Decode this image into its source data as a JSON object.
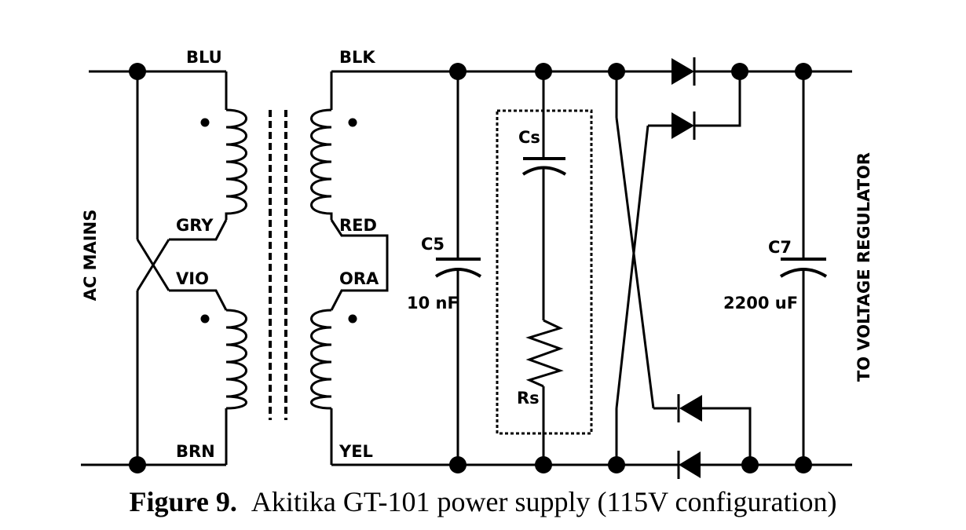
{
  "labels": {
    "ac_mains": "AC MAINS",
    "to_regulator": "TO  VOLTAGE  REGULATOR",
    "wire_blu": "BLU",
    "wire_gry": "GRY",
    "wire_vio": "VIO",
    "wire_brn": "BRN",
    "wire_blk": "BLK",
    "wire_red": "RED",
    "wire_ora": "ORA",
    "wire_yel": "YEL",
    "c5_name": "C5",
    "c5_value": "10 nF",
    "cs_name": "Cs",
    "rs_name": "Rs",
    "c7_name": "C7",
    "c7_value": "2200 uF"
  },
  "caption": {
    "figure": "Figure 9.",
    "text": "Akitika GT-101 power supply (115V configuration)"
  }
}
